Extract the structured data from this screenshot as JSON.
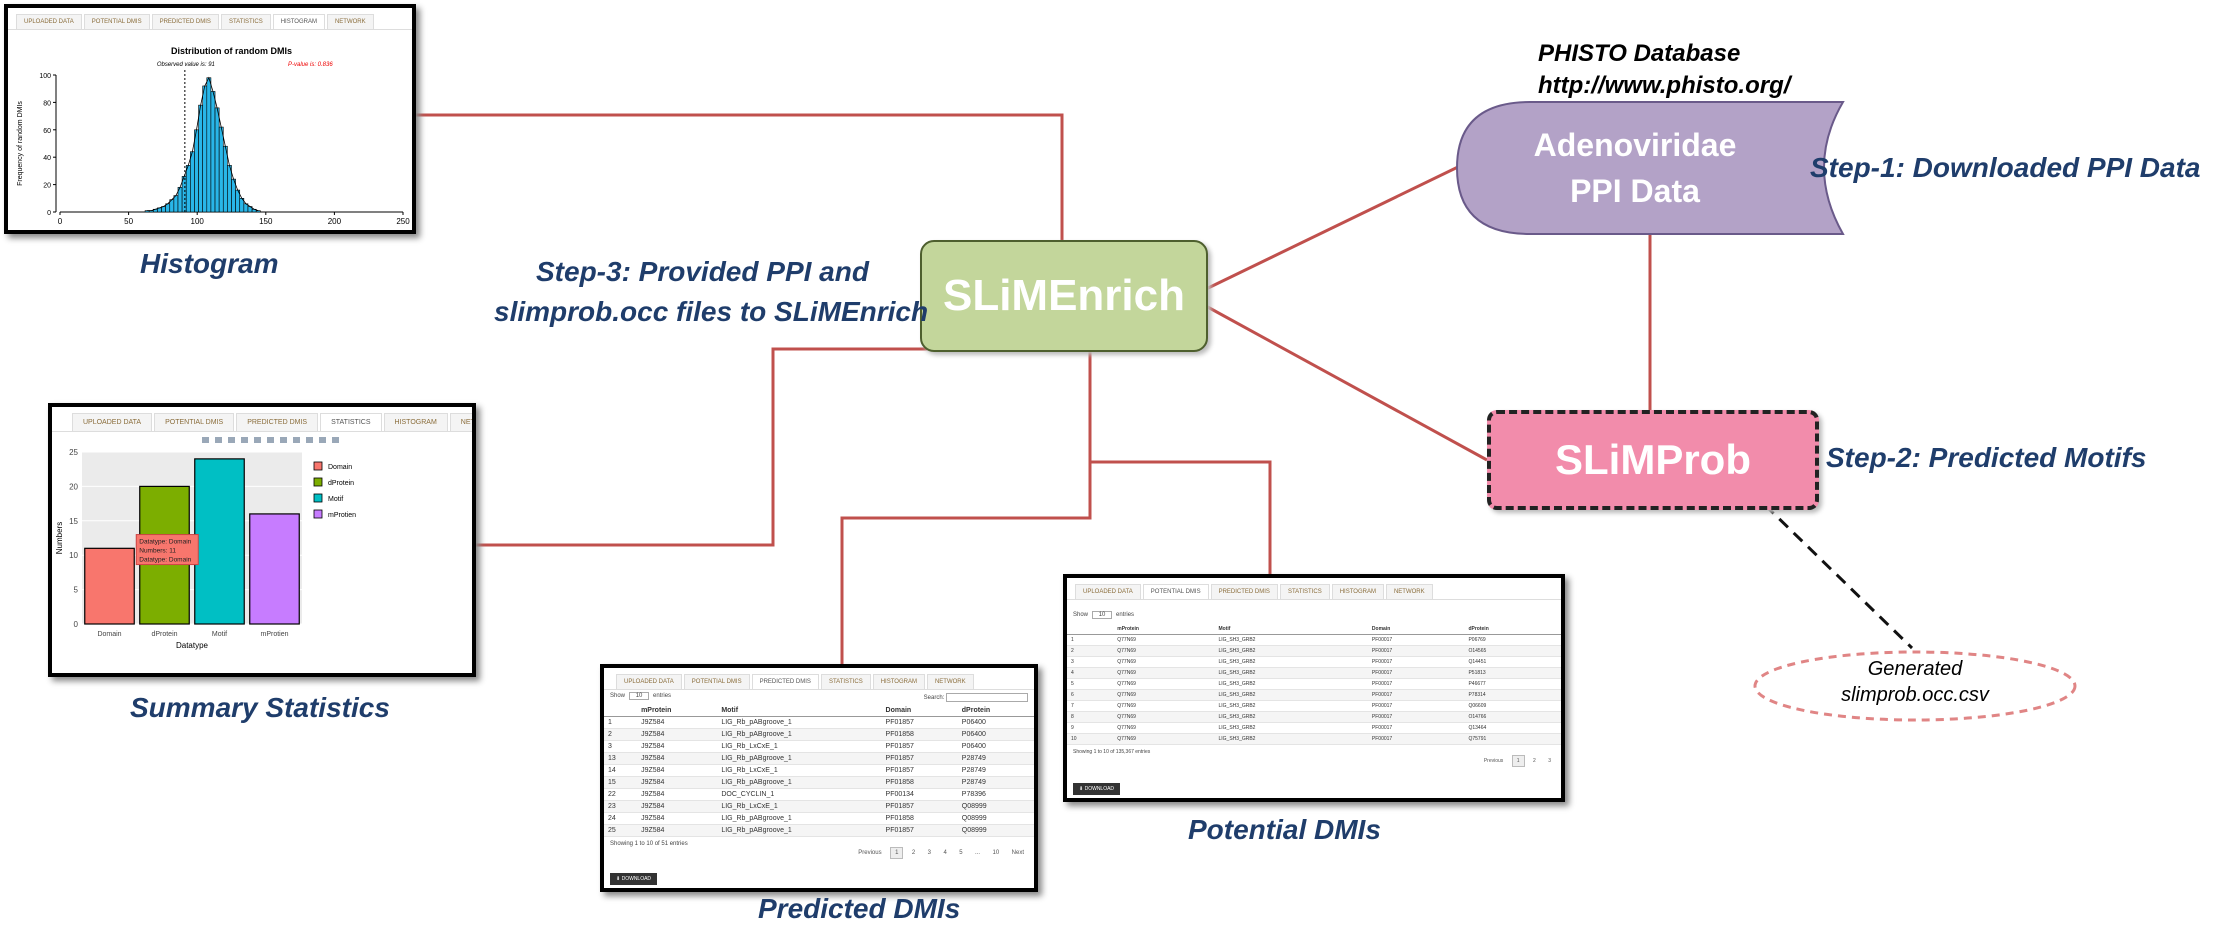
{
  "colors": {
    "line": "#c0504d",
    "caption": "#1f3d6b",
    "slimenrich_fill": "#c3d69b",
    "adeno_fill": "#b3a2c7",
    "slimprob_fill": "#f28cab",
    "hist_bar": "#29b6e8",
    "stats_domain": "#f8766d",
    "stats_dprotein": "#7cae00",
    "stats_motif": "#00bfc4",
    "stats_mprotien": "#c77cff"
  },
  "nodes": {
    "slimenrich": "SLiMEnrich",
    "adenoviridae_line1": "Adenoviridae",
    "adenoviridae_line2": "PPI Data",
    "slimprob": "SLiMProb",
    "generated_line1": "Generated",
    "generated_line2": "slimprob.occ.csv"
  },
  "labels": {
    "phisto_title": "PHISTO Database",
    "phisto_url": "http://www.phisto.org/",
    "step1": "Step-1: Downloaded PPI Data",
    "step2": "Step-2: Predicted Motifs",
    "step3_line1": "Step-3: Provided PPI and",
    "step3_line2": "slimprob.occ files to SLiMEnrich"
  },
  "captions": {
    "histogram": "Histogram",
    "summary": "Summary Statistics",
    "predicted": "Predicted DMIs",
    "potential": "Potential DMIs"
  },
  "tabs": [
    "UPLOADED DATA",
    "POTENTIAL DMIS",
    "PREDICTED DMIS",
    "STATISTICS",
    "HISTOGRAM",
    "NETWORK"
  ],
  "histogram": {
    "title": "Distribution of random DMIs",
    "observed_label": "Observed value is:",
    "observed_value": "91",
    "pvalue_label": "P-value is: 0.836",
    "ylabel": "Frequency of random DMIs"
  },
  "stats": {
    "tooltip": [
      "Datatype: Domain",
      "Numbers: 11",
      "Datatype: Domain"
    ]
  },
  "predicted_table": {
    "show": "Show",
    "show_value": "10",
    "entries": "entries",
    "search": "Search:",
    "columns": [
      "",
      "mProtein",
      "Motif",
      "Domain",
      "dProtein"
    ],
    "rows": [
      [
        "1",
        "J9Z584",
        "LIG_Rb_pABgroove_1",
        "PF01857",
        "P06400"
      ],
      [
        "2",
        "J9Z584",
        "LIG_Rb_pABgroove_1",
        "PF01858",
        "P06400"
      ],
      [
        "3",
        "J9Z584",
        "LIG_Rb_LxCxE_1",
        "PF01857",
        "P06400"
      ],
      [
        "13",
        "J9Z584",
        "LIG_Rb_pABgroove_1",
        "PF01857",
        "P28749"
      ],
      [
        "14",
        "J9Z584",
        "LIG_Rb_LxCxE_1",
        "PF01857",
        "P28749"
      ],
      [
        "15",
        "J9Z584",
        "LIG_Rb_pABgroove_1",
        "PF01858",
        "P28749"
      ],
      [
        "22",
        "J9Z584",
        "DOC_CYCLIN_1",
        "PF00134",
        "P78396"
      ],
      [
        "23",
        "J9Z584",
        "LIG_Rb_LxCxE_1",
        "PF01857",
        "Q08999"
      ],
      [
        "24",
        "J9Z584",
        "LIG_Rb_pABgroove_1",
        "PF01858",
        "Q08999"
      ],
      [
        "25",
        "J9Z584",
        "LIG_Rb_pABgroove_1",
        "PF01857",
        "Q08999"
      ]
    ],
    "footer": "Showing 1 to 10 of 51 entries",
    "prev": "Previous",
    "pages": [
      "1",
      "2",
      "3",
      "4",
      "5",
      "...",
      "10"
    ],
    "next": "Next",
    "download": "DOWNLOAD"
  },
  "potential_table": {
    "show": "Show",
    "show_value": "10",
    "entries": "entries",
    "columns": [
      "",
      "mProtein",
      "Motif",
      "Domain",
      "dProtein"
    ],
    "rows": [
      [
        "1",
        "Q77N69",
        "LIG_SH3_GRB2",
        "PF00017",
        "P06769"
      ],
      [
        "2",
        "Q77N69",
        "LIG_SH3_GRB2",
        "PF00017",
        "O14565"
      ],
      [
        "3",
        "Q77N69",
        "LIG_SH3_GRB2",
        "PF00017",
        "Q14451"
      ],
      [
        "4",
        "Q77N69",
        "LIG_SH3_GRB2",
        "PF00017",
        "P51813"
      ],
      [
        "5",
        "Q77N69",
        "LIG_SH3_GRB2",
        "PF00017",
        "P46677"
      ],
      [
        "6",
        "Q77N69",
        "LIG_SH3_GRB2",
        "PF00017",
        "P78314"
      ],
      [
        "7",
        "Q77N69",
        "LIG_SH3_GRB2",
        "PF00017",
        "Q06609"
      ],
      [
        "8",
        "Q77N69",
        "LIG_SH3_GRB2",
        "PF00017",
        "O14766"
      ],
      [
        "9",
        "Q77N69",
        "LIG_SH3_GRB2",
        "PF00017",
        "Q13464"
      ],
      [
        "10",
        "Q77N69",
        "LIG_SH3_GRB2",
        "PF00017",
        "Q75791"
      ]
    ],
    "footer": "Showing 1 to 10 of 135,367 entries",
    "prev": "Previous",
    "pages": [
      "1",
      "2",
      "3"
    ],
    "download": "DOWNLOAD"
  },
  "chart_data": [
    {
      "type": "bar",
      "name": "histogram",
      "title": "Distribution of random DMIs",
      "xlabel": "",
      "ylabel": "Frequency of random DMIs",
      "xlim": [
        0,
        250
      ],
      "ylim": [
        0,
        100
      ],
      "xticks": [
        0,
        50,
        100,
        150,
        200,
        250
      ],
      "yticks": [
        0,
        20,
        40,
        60,
        80,
        100
      ],
      "bin_width": 3,
      "x": [
        62,
        65,
        68,
        71,
        74,
        77,
        80,
        83,
        86,
        89,
        92,
        95,
        98,
        101,
        104,
        107,
        110,
        113,
        116,
        119,
        122,
        125,
        128,
        131,
        134,
        137,
        140,
        143
      ],
      "values": [
        1,
        1,
        2,
        3,
        4,
        6,
        9,
        12,
        18,
        26,
        34,
        44,
        60,
        78,
        92,
        98,
        88,
        76,
        62,
        48,
        34,
        24,
        16,
        10,
        6,
        4,
        2,
        1
      ],
      "observed_value": 91
    },
    {
      "type": "bar",
      "name": "summary-statistics",
      "xlabel": "Datatype",
      "ylabel": "Numbers",
      "categories": [
        "Domain",
        "dProtein",
        "Motif",
        "mProtien"
      ],
      "values": [
        11,
        20,
        24,
        16
      ],
      "ylim": [
        0,
        25
      ],
      "yticks": [
        0,
        5,
        10,
        15,
        20,
        25
      ],
      "legend": [
        "Domain",
        "dProtein",
        "Motif",
        "mProtien"
      ],
      "legend_position": "right",
      "grid": true
    }
  ]
}
